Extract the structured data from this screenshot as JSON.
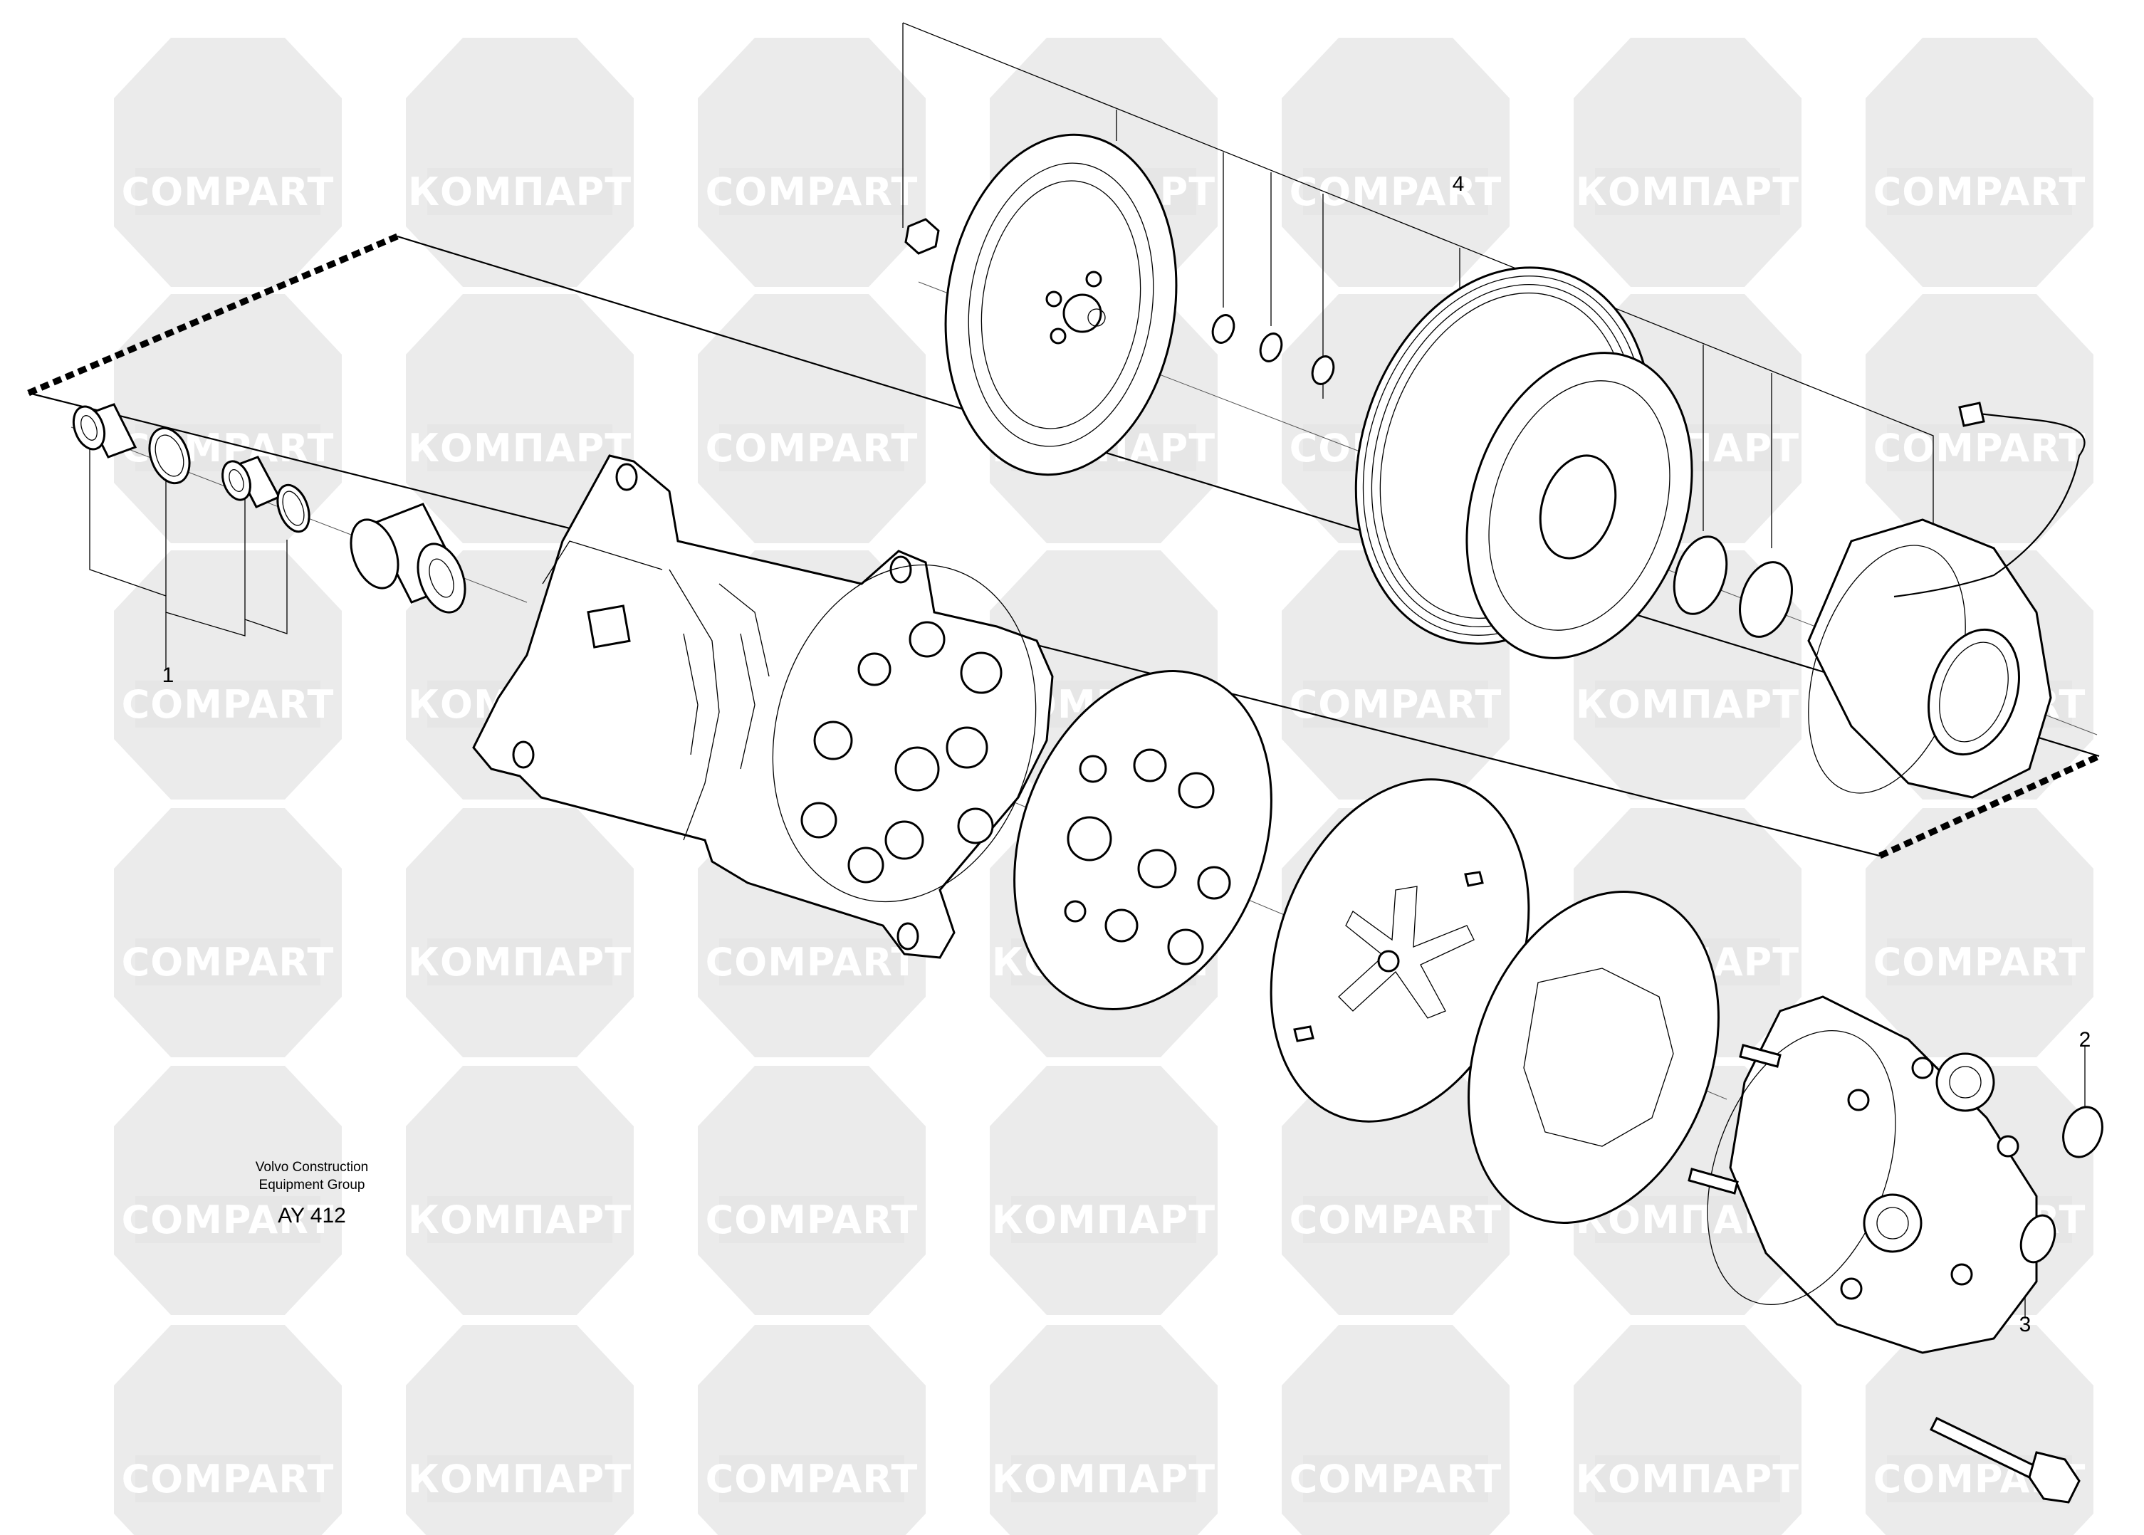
{
  "callouts": [
    {
      "id": "1",
      "label": "1"
    },
    {
      "id": "2",
      "label": "2"
    },
    {
      "id": "3",
      "label": "3"
    },
    {
      "id": "4",
      "label": "4"
    }
  ],
  "maker": {
    "line1": "Volvo Construction",
    "line2": "Equipment Group"
  },
  "drawing_code": "AY 412",
  "watermark": {
    "latin": "COMPART",
    "cyrillic": "КОМПАРТ",
    "colors": {
      "band": "#e6e6e6",
      "hex": "#ebebeb"
    }
  }
}
